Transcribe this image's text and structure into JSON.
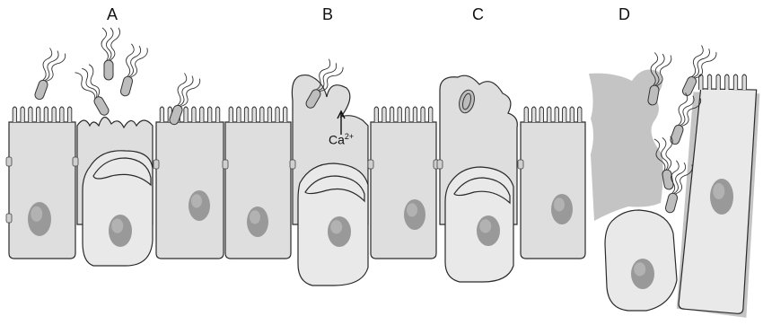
{
  "panels": [
    {
      "label": "A"
    },
    {
      "label": "B"
    },
    {
      "label": "C"
    },
    {
      "label": "D"
    }
  ],
  "annotation": {
    "ion": "Ca",
    "charge": "2+"
  },
  "colors": {
    "cell": "#dedede",
    "nucleus": "#999999",
    "damaged_cell": "#c4c4c4"
  }
}
